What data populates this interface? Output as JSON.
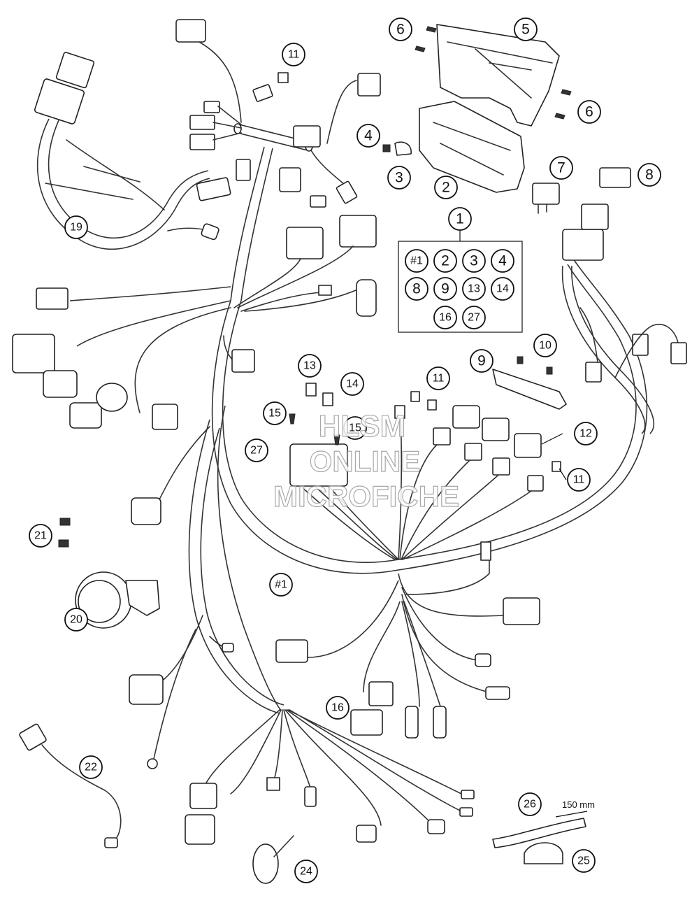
{
  "diagram": {
    "callouts": {
      "c1": "1",
      "c2": "2",
      "c3": "3",
      "c4": "4",
      "c5": "5",
      "c6a": "6",
      "c6b": "6",
      "c7": "7",
      "c8": "8",
      "c9": "9",
      "c10": "10",
      "c11a": "11",
      "c11b": "11",
      "c11c": "11",
      "c12": "12",
      "c13": "13",
      "c14": "14",
      "c15a": "15",
      "c15b": "15",
      "c16": "16",
      "c19": "19",
      "c20": "20",
      "c21": "21",
      "c22": "22",
      "c24": "24",
      "c25": "25",
      "c26": "26",
      "c27": "27",
      "h1": "#1"
    },
    "kit_contents": [
      "#1",
      "2",
      "3",
      "4",
      "8",
      "9",
      "13",
      "14",
      "16",
      "27"
    ],
    "dimension_label": "150 mm",
    "watermark": {
      "line1": "HLSM",
      "line2": "ONLINE",
      "line3": "MICROFICHE"
    }
  }
}
